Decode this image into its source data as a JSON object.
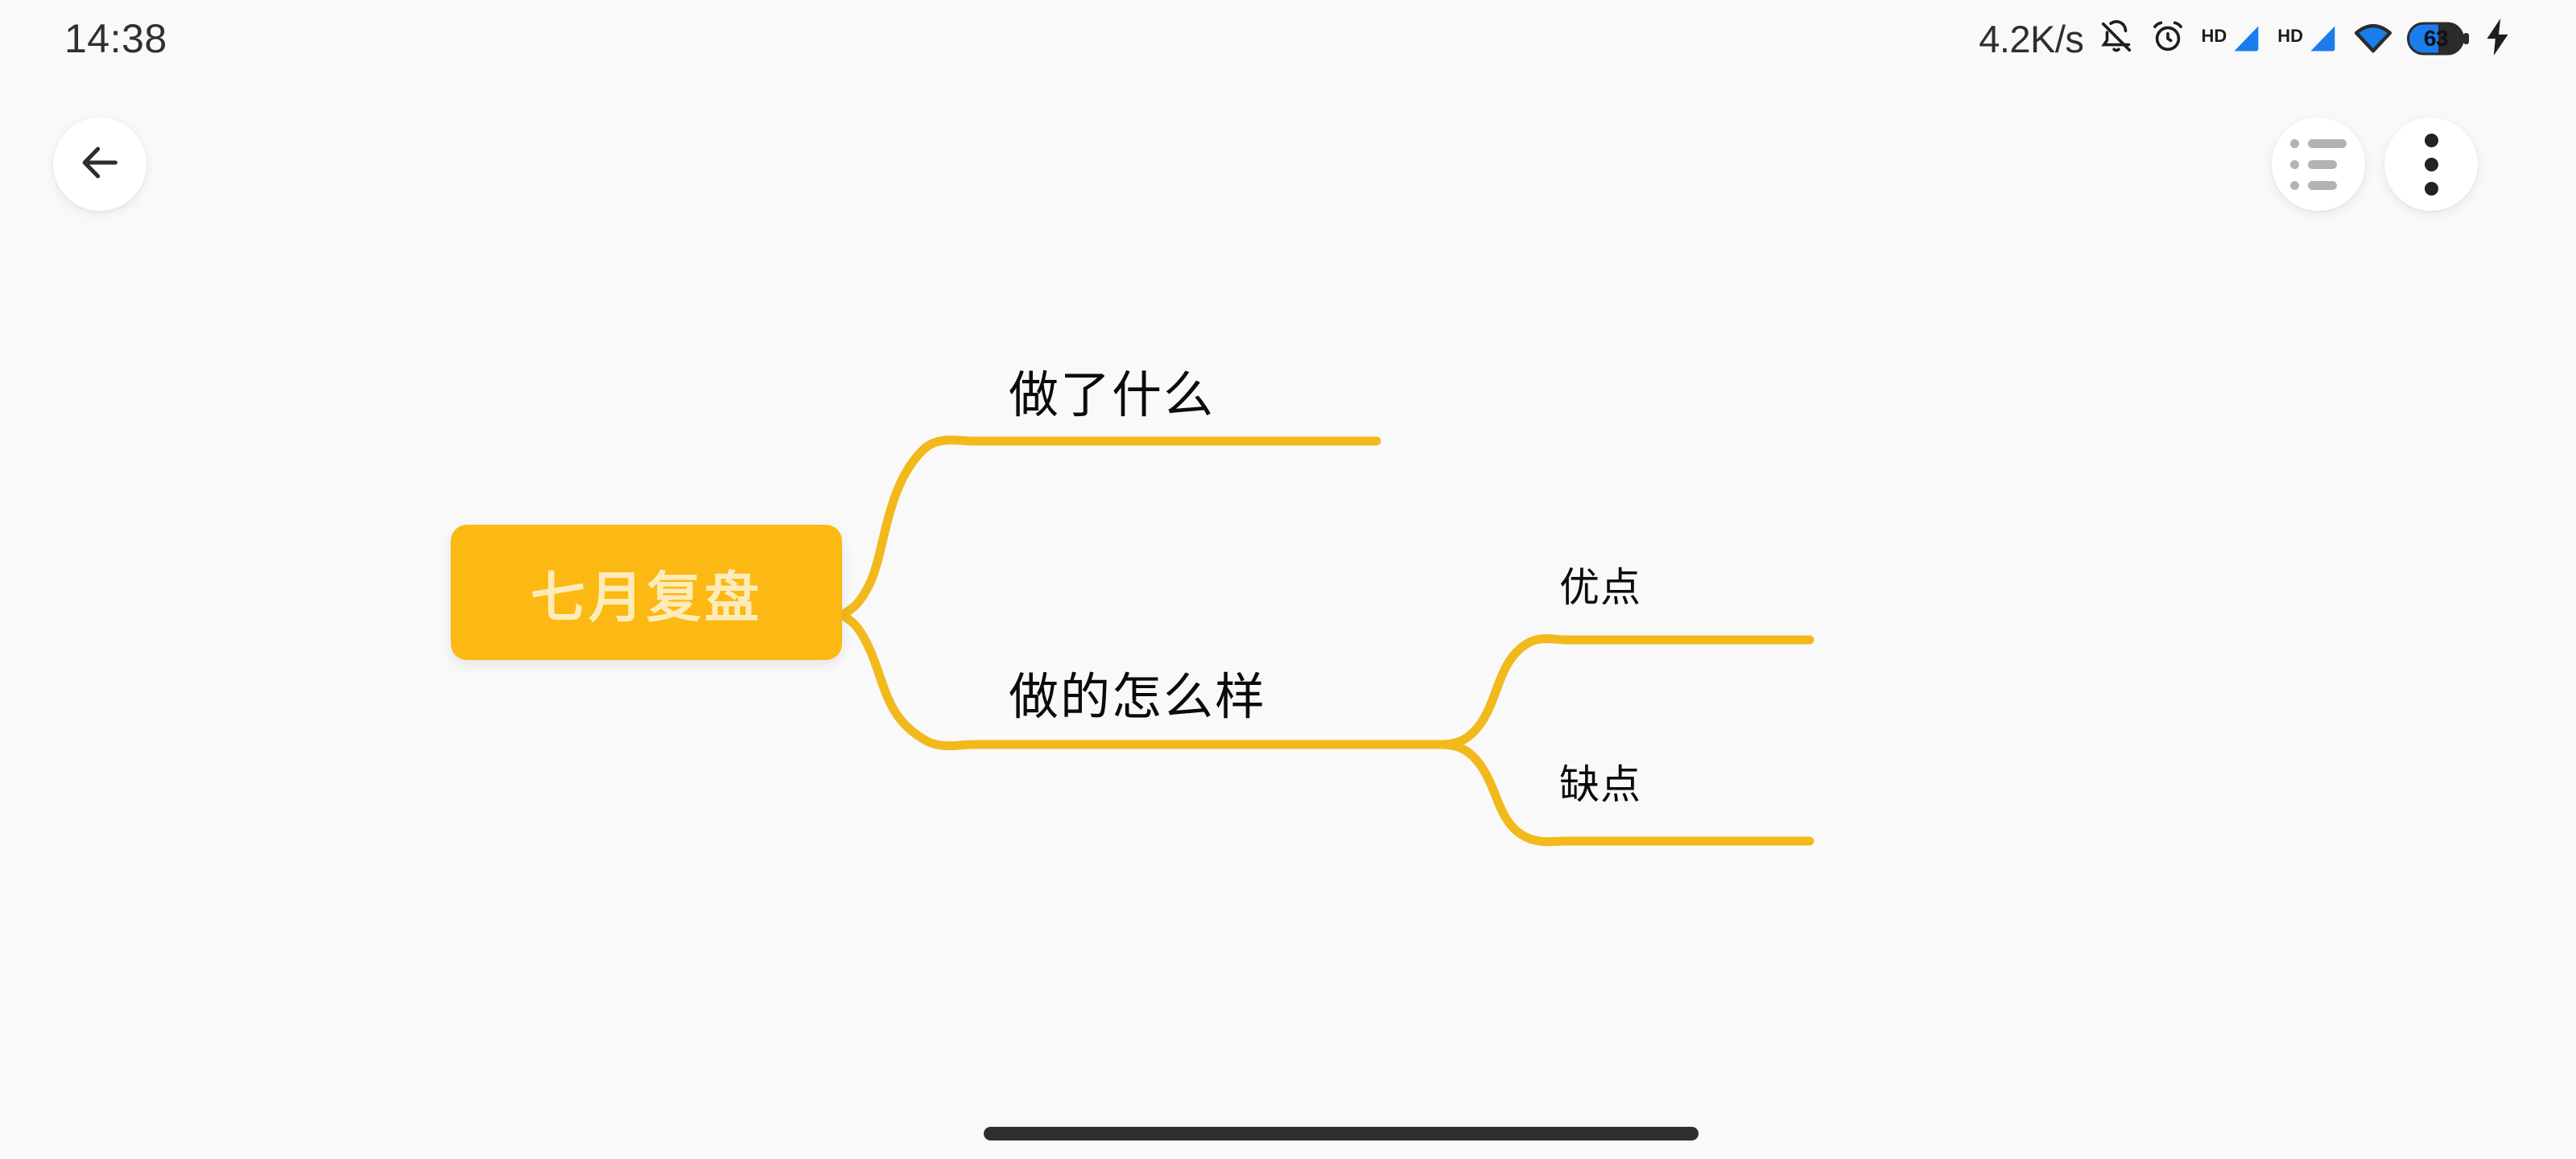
{
  "status_bar": {
    "clock": "14:38",
    "network_speed": "4.2K/s",
    "icons": [
      {
        "name": "mute-bell-icon",
        "label": "notifications muted"
      },
      {
        "name": "alarm-clock-icon",
        "label": "alarm set"
      },
      {
        "name": "hd-signal-icon-1",
        "label": "HD"
      },
      {
        "name": "hd-signal-icon-2",
        "label": "HD"
      },
      {
        "name": "wifi-icon",
        "label": "wifi connected"
      },
      {
        "name": "battery-icon",
        "label": "63"
      },
      {
        "name": "charging-bolt-icon",
        "label": "charging"
      }
    ],
    "hd_label_1": "HD",
    "hd_label_2": "HD",
    "battery_percent": "63",
    "accent_blue": "#1b7ced"
  },
  "toolbar": {
    "back_icon": "arrow-left-icon",
    "outline_icon": "outline-list-icon",
    "more_icon": "more-vertical-icon"
  },
  "mindmap": {
    "accent_color": "#fcb813",
    "branch_color": "#f2b91c",
    "root": {
      "text": "七月复盘",
      "text_color": "#fdebb9",
      "fill": "#fcb813"
    },
    "branches": [
      {
        "id": "did-what",
        "text": "做了什么",
        "level": 1,
        "children": []
      },
      {
        "id": "how-well",
        "text": "做的怎么样",
        "level": 1,
        "children": [
          {
            "id": "pros",
            "text": "优点",
            "level": 2
          },
          {
            "id": "cons",
            "text": "缺点",
            "level": 2
          }
        ]
      }
    ]
  },
  "nav": {
    "gesture_bar": "home-gesture-bar"
  }
}
